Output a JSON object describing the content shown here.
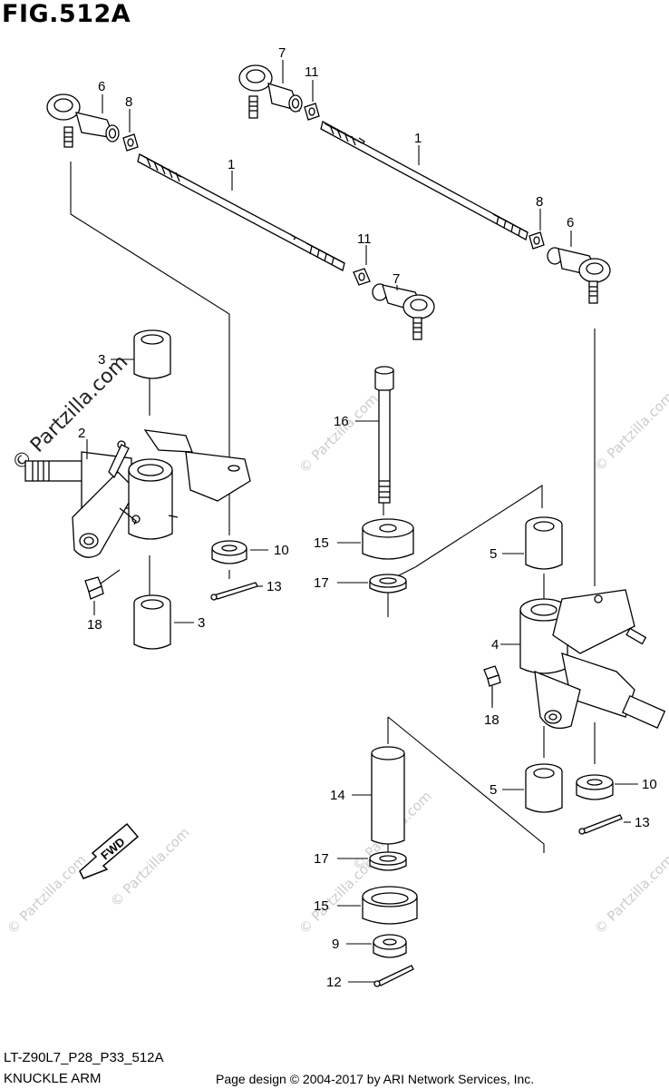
{
  "figure_title": "FIG.512A",
  "footer": {
    "model_code": "LT-Z90L7_P28_P33_512A",
    "section_name": "KNUCKLE ARM",
    "credit": "Page design © 2004-2017 by ARI Network Services, Inc."
  },
  "watermarks": {
    "main": "© Partzilla.com",
    "small": "© Partzilla.com"
  },
  "fwd_label": "FWD",
  "callouts": {
    "c1a": "1",
    "c1b": "1",
    "c2": "2",
    "c3a": "3",
    "c3b": "3",
    "c4": "4",
    "c5a": "5",
    "c5b": "5",
    "c6a": "6",
    "c6b": "6",
    "c7a": "7",
    "c7b": "7",
    "c8a": "8",
    "c8b": "8",
    "c9": "9",
    "c10a": "10",
    "c10b": "10",
    "c11a": "11",
    "c11b": "11",
    "c12": "12",
    "c13a": "13",
    "c13b": "13",
    "c14": "14",
    "c15a": "15",
    "c15b": "15",
    "c16": "16",
    "c17a": "17",
    "c17b": "17",
    "c18a": "18",
    "c18b": "18"
  }
}
